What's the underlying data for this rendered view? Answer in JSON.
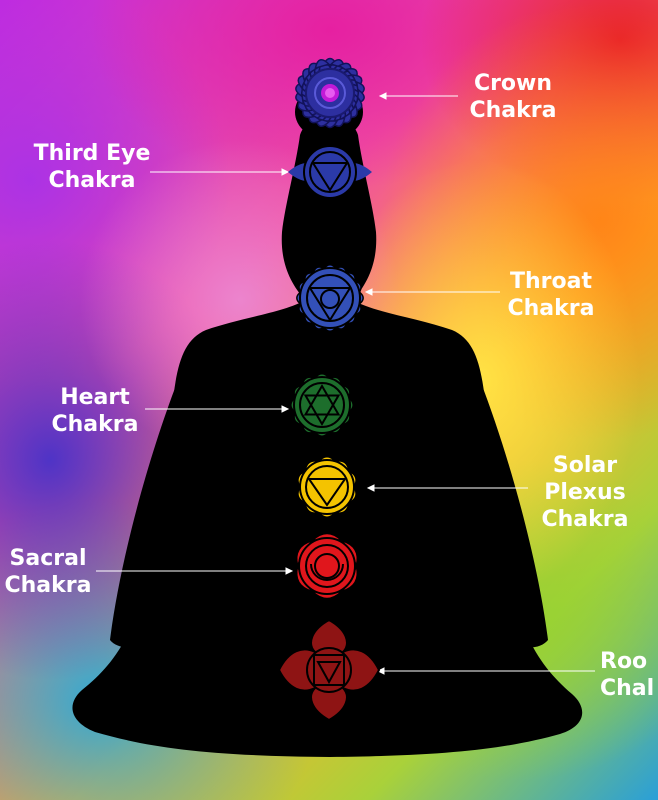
{
  "diagram": {
    "labels": {
      "crown": [
        "Crown",
        "Chakra"
      ],
      "third_eye": [
        "Third Eye",
        "Chakra"
      ],
      "throat": [
        "Throat",
        "Chakra"
      ],
      "heart": [
        "Heart",
        "Chakra"
      ],
      "solar_plexus": [
        "Solar",
        "Plexus",
        "Chakra"
      ],
      "sacral": [
        "Sacral",
        "Chakra"
      ],
      "root": [
        "Roo",
        "Chal"
      ]
    },
    "colors": {
      "crown": "#2d2fa0",
      "crown_center": "#c21ad8",
      "third_eye": "#2b3aa8",
      "throat": "#3350b8",
      "heart": "#1d6e2c",
      "solar_plexus": "#f4c300",
      "sacral": "#e0161c",
      "root": "#8e1414",
      "silhouette": "#000000"
    },
    "icons": [
      "crown-lotus-icon",
      "third-eye-icon",
      "throat-icon",
      "heart-star-icon",
      "solar-plexus-icon",
      "sacral-icon",
      "root-icon"
    ]
  }
}
